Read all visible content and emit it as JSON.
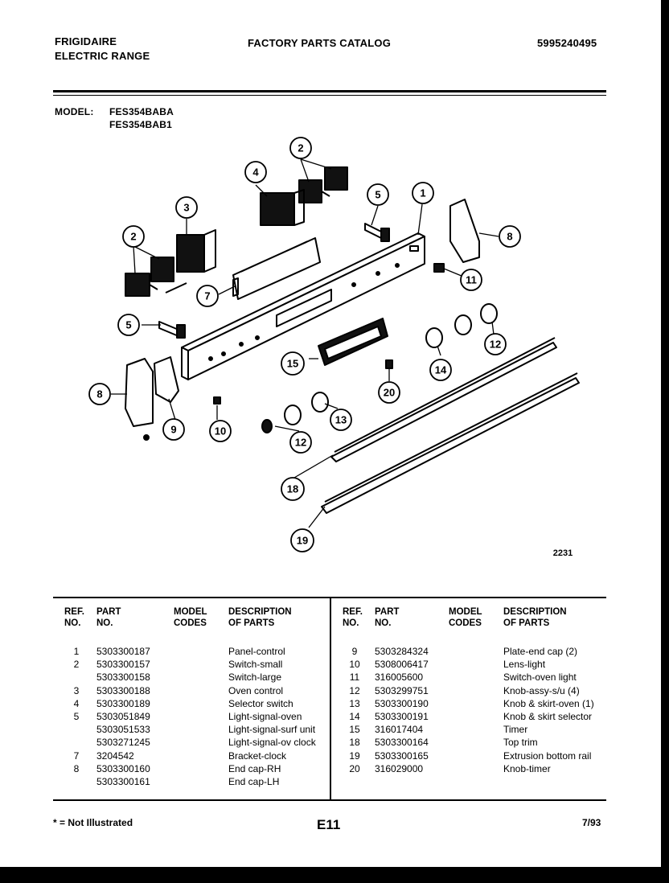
{
  "header": {
    "brand": "FRIGIDAIRE",
    "product": "ELECTRIC RANGE",
    "catalog_title": "FACTORY PARTS CATALOG",
    "catalog_number": "5995240495"
  },
  "model": {
    "label": "MODEL:",
    "numbers": [
      "FES354BABA",
      "FES354BAB1"
    ]
  },
  "diagram": {
    "figure_number": "2231",
    "callouts": [
      "1",
      "2",
      "2",
      "3",
      "4",
      "5",
      "5",
      "7",
      "8",
      "8",
      "9",
      "10",
      "11",
      "12",
      "12",
      "13",
      "14",
      "15",
      "18",
      "19",
      "20"
    ]
  },
  "table_headers": {
    "ref_no": [
      "REF.",
      "NO."
    ],
    "part_no": [
      "PART",
      "NO."
    ],
    "model_codes": [
      "MODEL",
      "CODES"
    ],
    "description": [
      "DESCRIPTION",
      "OF PARTS"
    ]
  },
  "parts_left": [
    {
      "ref": "1",
      "part": "5303300187",
      "desc": "Panel-control"
    },
    {
      "ref": "2",
      "part": "5303300157",
      "desc": "Switch-small"
    },
    {
      "ref": "",
      "part": "5303300158",
      "desc": "Switch-large"
    },
    {
      "ref": "3",
      "part": "5303300188",
      "desc": "Oven control"
    },
    {
      "ref": "4",
      "part": "5303300189",
      "desc": "Selector switch"
    },
    {
      "ref": "5",
      "part": "5303051849",
      "desc": "Light-signal-oven"
    },
    {
      "ref": "",
      "part": "5303051533",
      "desc": "Light-signal-surf unit"
    },
    {
      "ref": "",
      "part": "5303271245",
      "desc": "Light-signal-ov clock"
    },
    {
      "ref": "7",
      "part": "3204542",
      "desc": "Bracket-clock"
    },
    {
      "ref": "8",
      "part": "5303300160",
      "desc": "End cap-RH"
    },
    {
      "ref": "",
      "part": "5303300161",
      "desc": "End cap-LH"
    }
  ],
  "parts_right": [
    {
      "ref": "9",
      "part": "5303284324",
      "desc": "Plate-end cap (2)"
    },
    {
      "ref": "10",
      "part": "5308006417",
      "desc": "Lens-light"
    },
    {
      "ref": "11",
      "part": "316005600",
      "desc": "Switch-oven light"
    },
    {
      "ref": "12",
      "part": "5303299751",
      "desc": "Knob-assy-s/u (4)"
    },
    {
      "ref": "13",
      "part": "5303300190",
      "desc": "Knob & skirt-oven (1)"
    },
    {
      "ref": "14",
      "part": "5303300191",
      "desc": "Knob & skirt selector"
    },
    {
      "ref": "15",
      "part": "316017404",
      "desc": "Timer"
    },
    {
      "ref": "18",
      "part": "5303300164",
      "desc": "Top trim"
    },
    {
      "ref": "19",
      "part": "5303300165",
      "desc": "Extrusion bottom rail"
    },
    {
      "ref": "20",
      "part": "316029000",
      "desc": "Knob-timer"
    }
  ],
  "footer": {
    "note": "* = Not Illustrated",
    "page": "E11",
    "date": "7/93"
  }
}
